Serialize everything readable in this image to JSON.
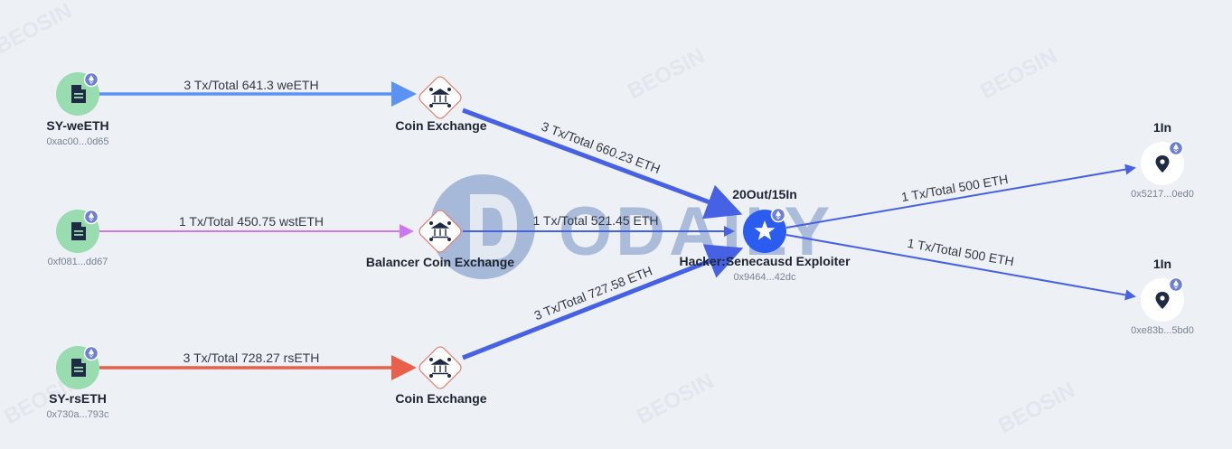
{
  "watermark": {
    "brand": "ODAILY",
    "pattern": "BEOSIN"
  },
  "colors": {
    "background": "#edf1f5",
    "weeth_edge": "#5b93f5",
    "wsteth_edge": "#cc79f0",
    "rseth_edge": "#e8604a",
    "main_flow": "#4661e3",
    "source_node": "#98dcb0",
    "hacker_node": "#2a5cf0",
    "eth_badge": "#6b7fd7"
  },
  "nodes": {
    "sy_weeth": {
      "title": "SY-weETH",
      "address": "0xac00...0d65",
      "icon": "document-icon"
    },
    "sy_wsteth": {
      "title": "",
      "address": "0xf081...dd67",
      "icon": "document-icon"
    },
    "sy_rseth": {
      "title": "SY-rsETH",
      "address": "0x730a...793c",
      "icon": "document-icon"
    },
    "coin_exchange_1": {
      "title": "Coin Exchange",
      "icon": "bank-icon"
    },
    "balancer": {
      "title": "Balancer Coin Exchange",
      "icon": "bank-icon"
    },
    "coin_exchange_2": {
      "title": "Coin Exchange",
      "icon": "bank-icon"
    },
    "hacker": {
      "title": "Hacker:Senecausd Exploiter",
      "address": "0x9464...42dc",
      "counts": "20Out/15In",
      "icon": "star-icon"
    },
    "dest_1": {
      "title": "1In",
      "address": "0x5217...0ed0",
      "icon": "location-pin-icon"
    },
    "dest_2": {
      "title": "1In",
      "address": "0xe83b...5bd0",
      "icon": "location-pin-icon"
    }
  },
  "edges": {
    "weeth_to_ce1": "3 Tx/Total 641.3 weETH",
    "wsteth_to_balancer": "1 Tx/Total 450.75 wstETH",
    "rseth_to_ce2": "3 Tx/Total 728.27 rsETH",
    "ce1_to_hacker": "3 Tx/Total 660.23 ETH",
    "balancer_to_hacker": "1 Tx/Total 521.45 ETH",
    "ce2_to_hacker": "3 Tx/Total 727.58 ETH",
    "hacker_to_dest1": "1 Tx/Total 500 ETH",
    "hacker_to_dest2": "1 Tx/Total 500 ETH"
  }
}
